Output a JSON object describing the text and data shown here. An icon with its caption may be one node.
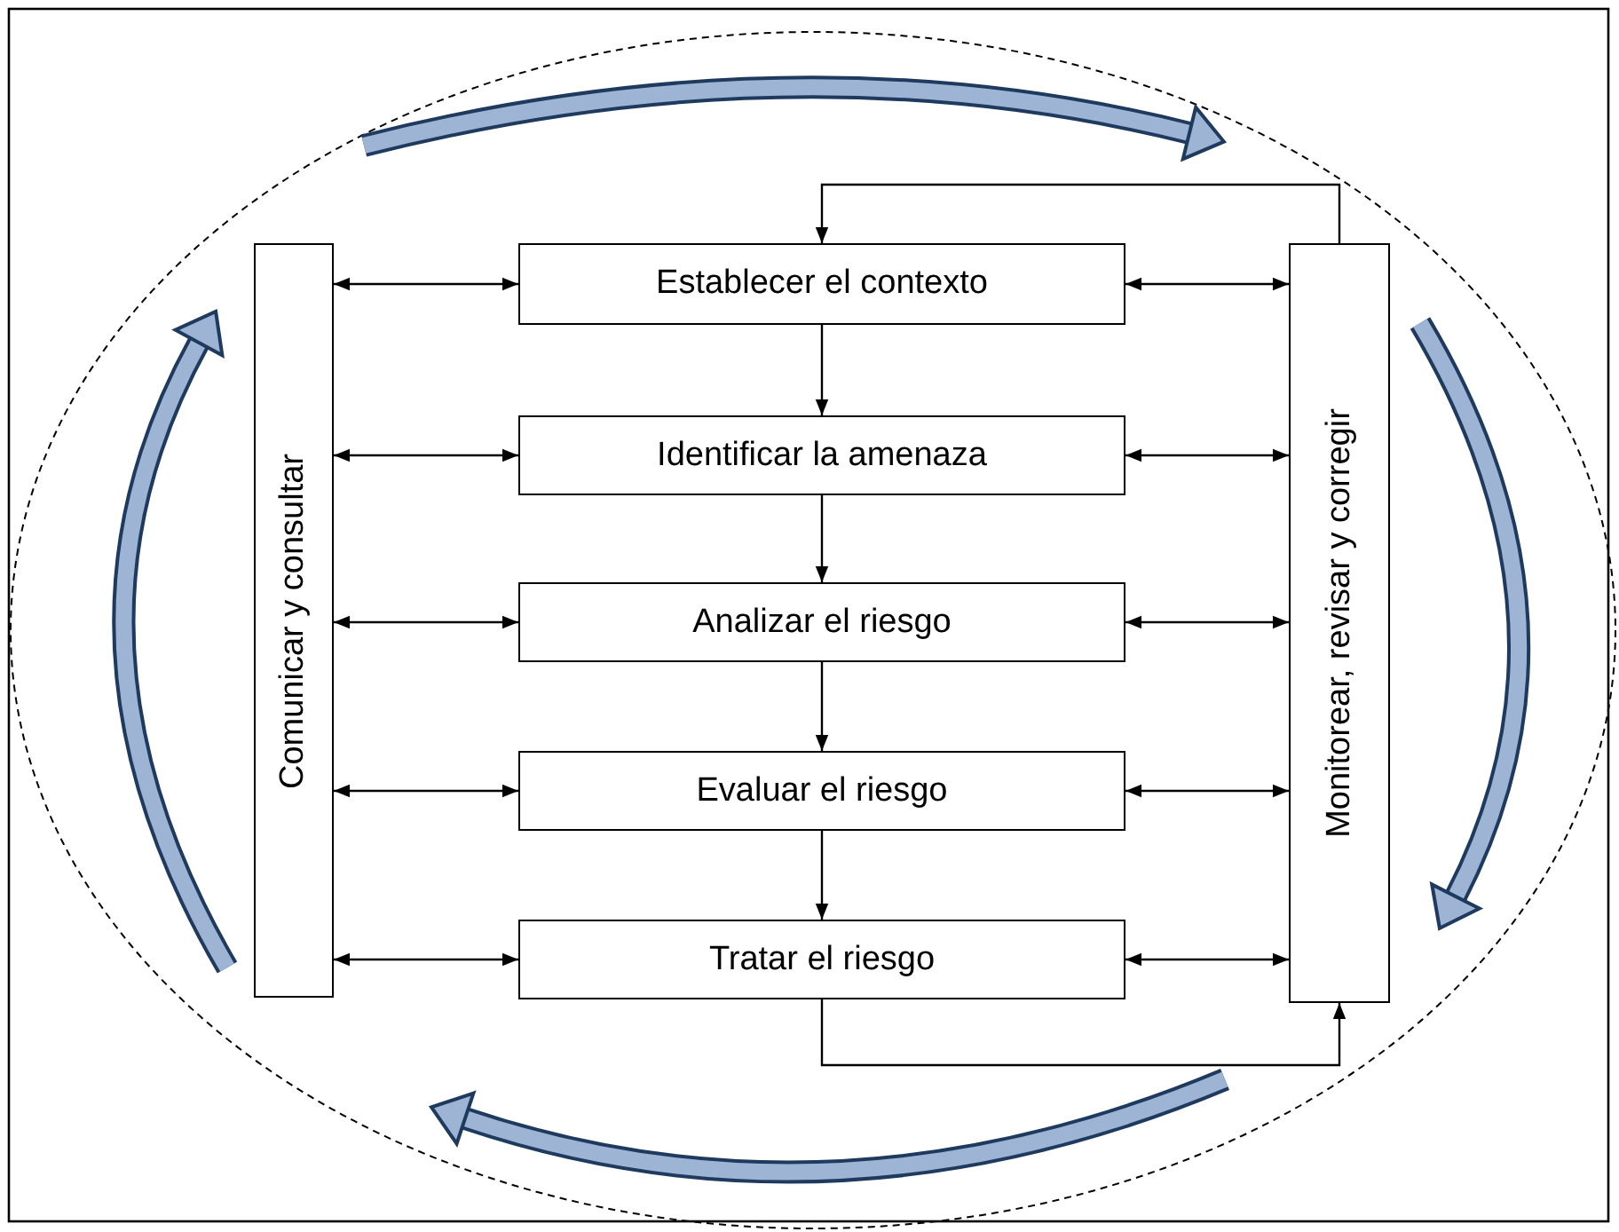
{
  "diagram": {
    "nodes": [
      {
        "text": [
          "Comunicar y consultar"
        ]
      },
      {
        "text": [
          "Establecer el contexto"
        ]
      },
      {
        "text": [
          "Identificar la amenaza"
        ]
      },
      {
        "text": [
          "Analizar el riesgo"
        ]
      },
      {
        "text": [
          "Evaluar el riesgo"
        ]
      },
      {
        "text": [
          "Tratar el riesgo"
        ]
      },
      {
        "text": [
          "Monitorear, revisar y corregir"
        ]
      }
    ],
    "edges": [
      {
        "from": 0,
        "to": 1,
        "arrow": "both"
      },
      {
        "from": 0,
        "to": 2,
        "arrow": "both"
      },
      {
        "from": 0,
        "to": 3,
        "arrow": "both"
      },
      {
        "from": 0,
        "to": 4,
        "arrow": "both"
      },
      {
        "from": 0,
        "to": 5,
        "arrow": "both"
      },
      {
        "from": 1,
        "to": 6,
        "arrow": "both"
      },
      {
        "from": 2,
        "to": 6,
        "arrow": "both"
      },
      {
        "from": 3,
        "to": 6,
        "arrow": "both"
      },
      {
        "from": 4,
        "to": 6,
        "arrow": "both"
      },
      {
        "from": 5,
        "to": 6,
        "arrow": "both"
      },
      {
        "from": 1,
        "to": 2,
        "arrow": "to"
      },
      {
        "from": 2,
        "to": 3,
        "arrow": "to"
      },
      {
        "from": 3,
        "to": 4,
        "arrow": "to"
      },
      {
        "from": 4,
        "to": 5,
        "arrow": "to"
      },
      {
        "from": 6,
        "to": 1,
        "arrow": "to"
      },
      {
        "from": 5,
        "to": 6,
        "arrow": "to"
      }
    ]
  }
}
